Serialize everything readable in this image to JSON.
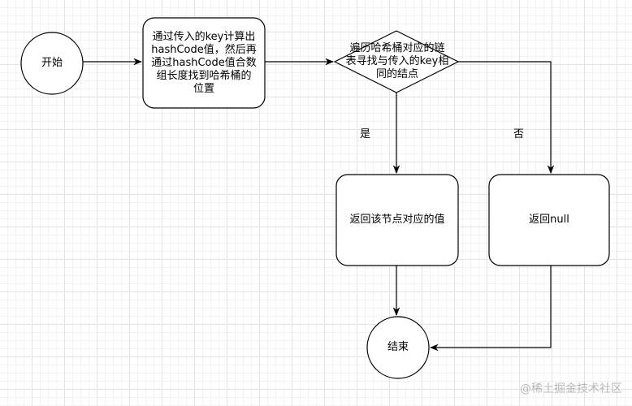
{
  "diagram": {
    "start": "开始",
    "compute": "通过传入的key计算出\nhashCode值，然后再\n通过hashCode值合数\n组长度找到哈希桶的\n位置",
    "decision": "遍历哈希桶对应的链\n表寻找与传入的key相\n同的结点",
    "yes_label": "是",
    "no_label": "否",
    "return_value": "返回该节点对应的值",
    "return_null": "返回null",
    "end": "结束"
  },
  "watermark": "@稀土掘金技术社区",
  "colors": {
    "stroke": "#000000",
    "fill": "#ffffff",
    "grid": "#e3e3e3"
  }
}
